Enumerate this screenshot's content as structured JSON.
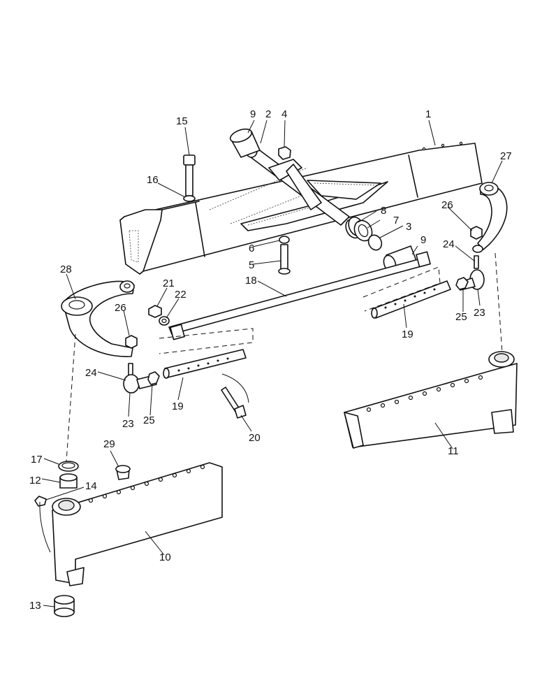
{
  "callouts": {
    "c1": "1",
    "c2": "2",
    "c3": "3",
    "c4": "4",
    "c5": "5",
    "c6": "6",
    "c7": "7",
    "c8": "8",
    "c9a": "9",
    "c9b": "9",
    "c10": "10",
    "c11": "11",
    "c12": "12",
    "c13": "13",
    "c14": "14",
    "c15": "15",
    "c16": "16",
    "c17": "17",
    "c18": "18",
    "c19a": "19",
    "c19b": "19",
    "c20": "20",
    "c21": "21",
    "c22": "22",
    "c23a": "23",
    "c23b": "23",
    "c24a": "24",
    "c24b": "24",
    "c25a": "25",
    "c25b": "25",
    "c26a": "26",
    "c26b": "26",
    "c27": "27",
    "c28": "28",
    "c29": "29"
  }
}
